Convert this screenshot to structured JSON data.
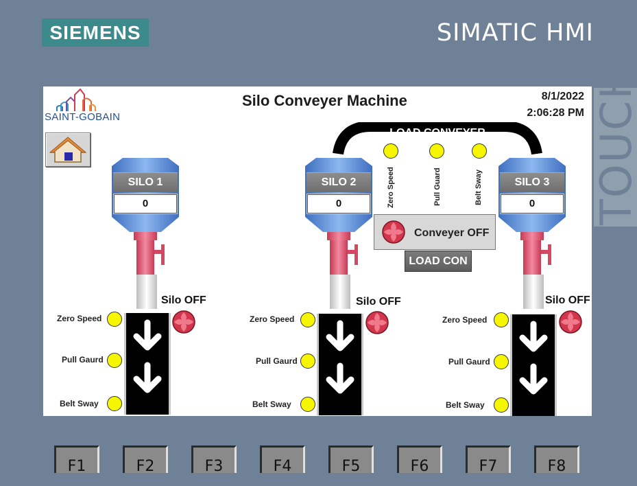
{
  "bezel": {
    "brand_logo": "SIEMENS",
    "product": "SIMATIC HMI",
    "touch": "TOUCH"
  },
  "screen": {
    "company": "SAINT-GOBAIN",
    "title": "Silo Conveyer Machine",
    "date": "8/1/2022",
    "time": "2:06:28 PM",
    "home_icon": "home-icon",
    "silos": [
      {
        "name": "SILO 1",
        "value": "0",
        "status": "Silo OFF",
        "sensors": [
          "Zero Speed",
          "Pull Gaurd",
          "Belt Sway"
        ]
      },
      {
        "name": "SILO 2",
        "value": "0",
        "status": "Silo OFF",
        "sensors": [
          "Zero Speed",
          "Pull Gaurd",
          "Belt Sway"
        ]
      },
      {
        "name": "SILO 3",
        "value": "0",
        "status": "Silo OFF",
        "sensors": [
          "Zero Speed",
          "Pull Gaurd",
          "Belt Sway"
        ]
      }
    ],
    "conveyer": {
      "title": "LOAD CONVEYER",
      "sensors": [
        "Zero Speed",
        "Pull Guard",
        "Belt Sway"
      ],
      "status": "Conveyer OFF",
      "button": "LOAD CON"
    },
    "colors": {
      "lamp": "#f6f600",
      "fan": "#d2364c",
      "silo_body": "#5b8fd9",
      "pipe": "#e05570"
    }
  },
  "function_keys": [
    "F1",
    "F2",
    "F3",
    "F4",
    "F5",
    "F6",
    "F7",
    "F8"
  ]
}
